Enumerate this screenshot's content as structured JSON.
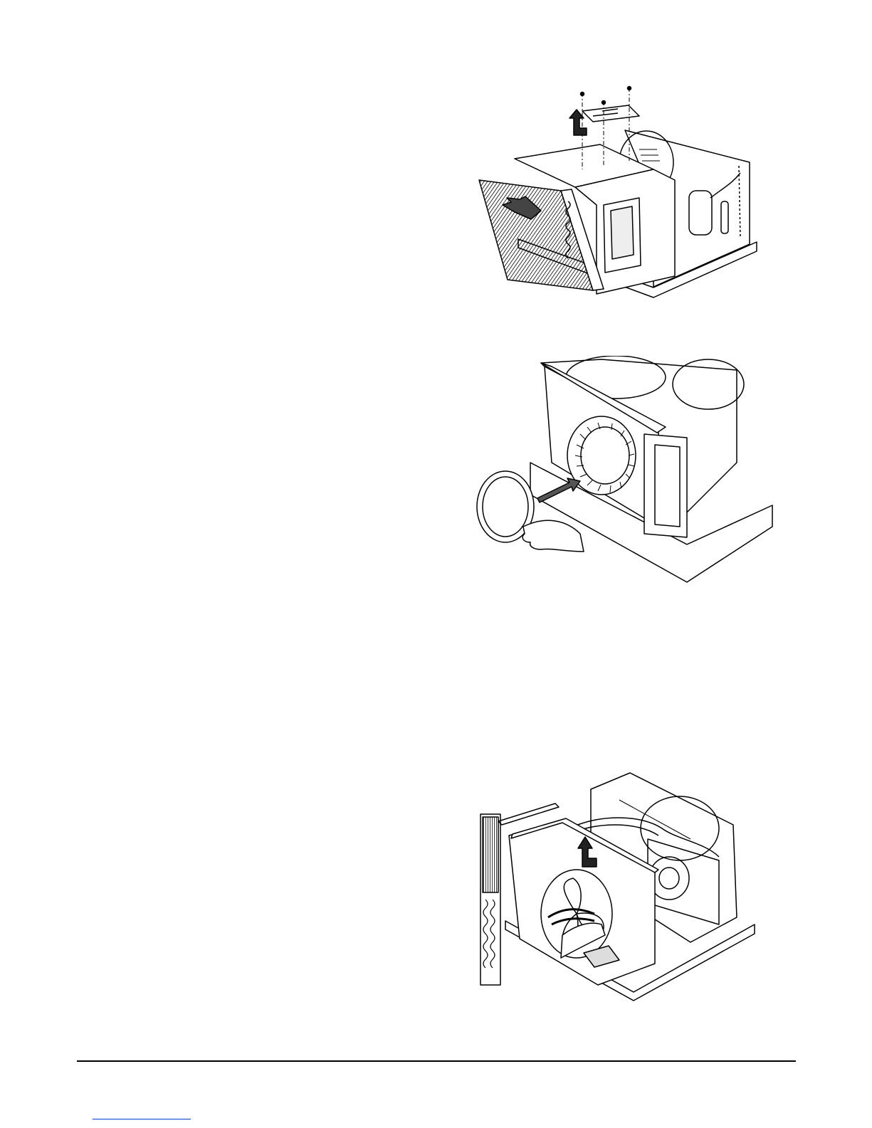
{
  "page": {
    "figures": [
      {
        "id": "fig-1",
        "name": "evaporator-coil-removal-illustration"
      },
      {
        "id": "fig-2",
        "name": "blower-orifice-ring-removal-illustration"
      },
      {
        "id": "fig-3",
        "name": "condenser-shroud-removal-illustration"
      }
    ]
  },
  "colors": {
    "line": "#000000",
    "background": "#ffffff",
    "link_underline": "#1a3cff"
  }
}
